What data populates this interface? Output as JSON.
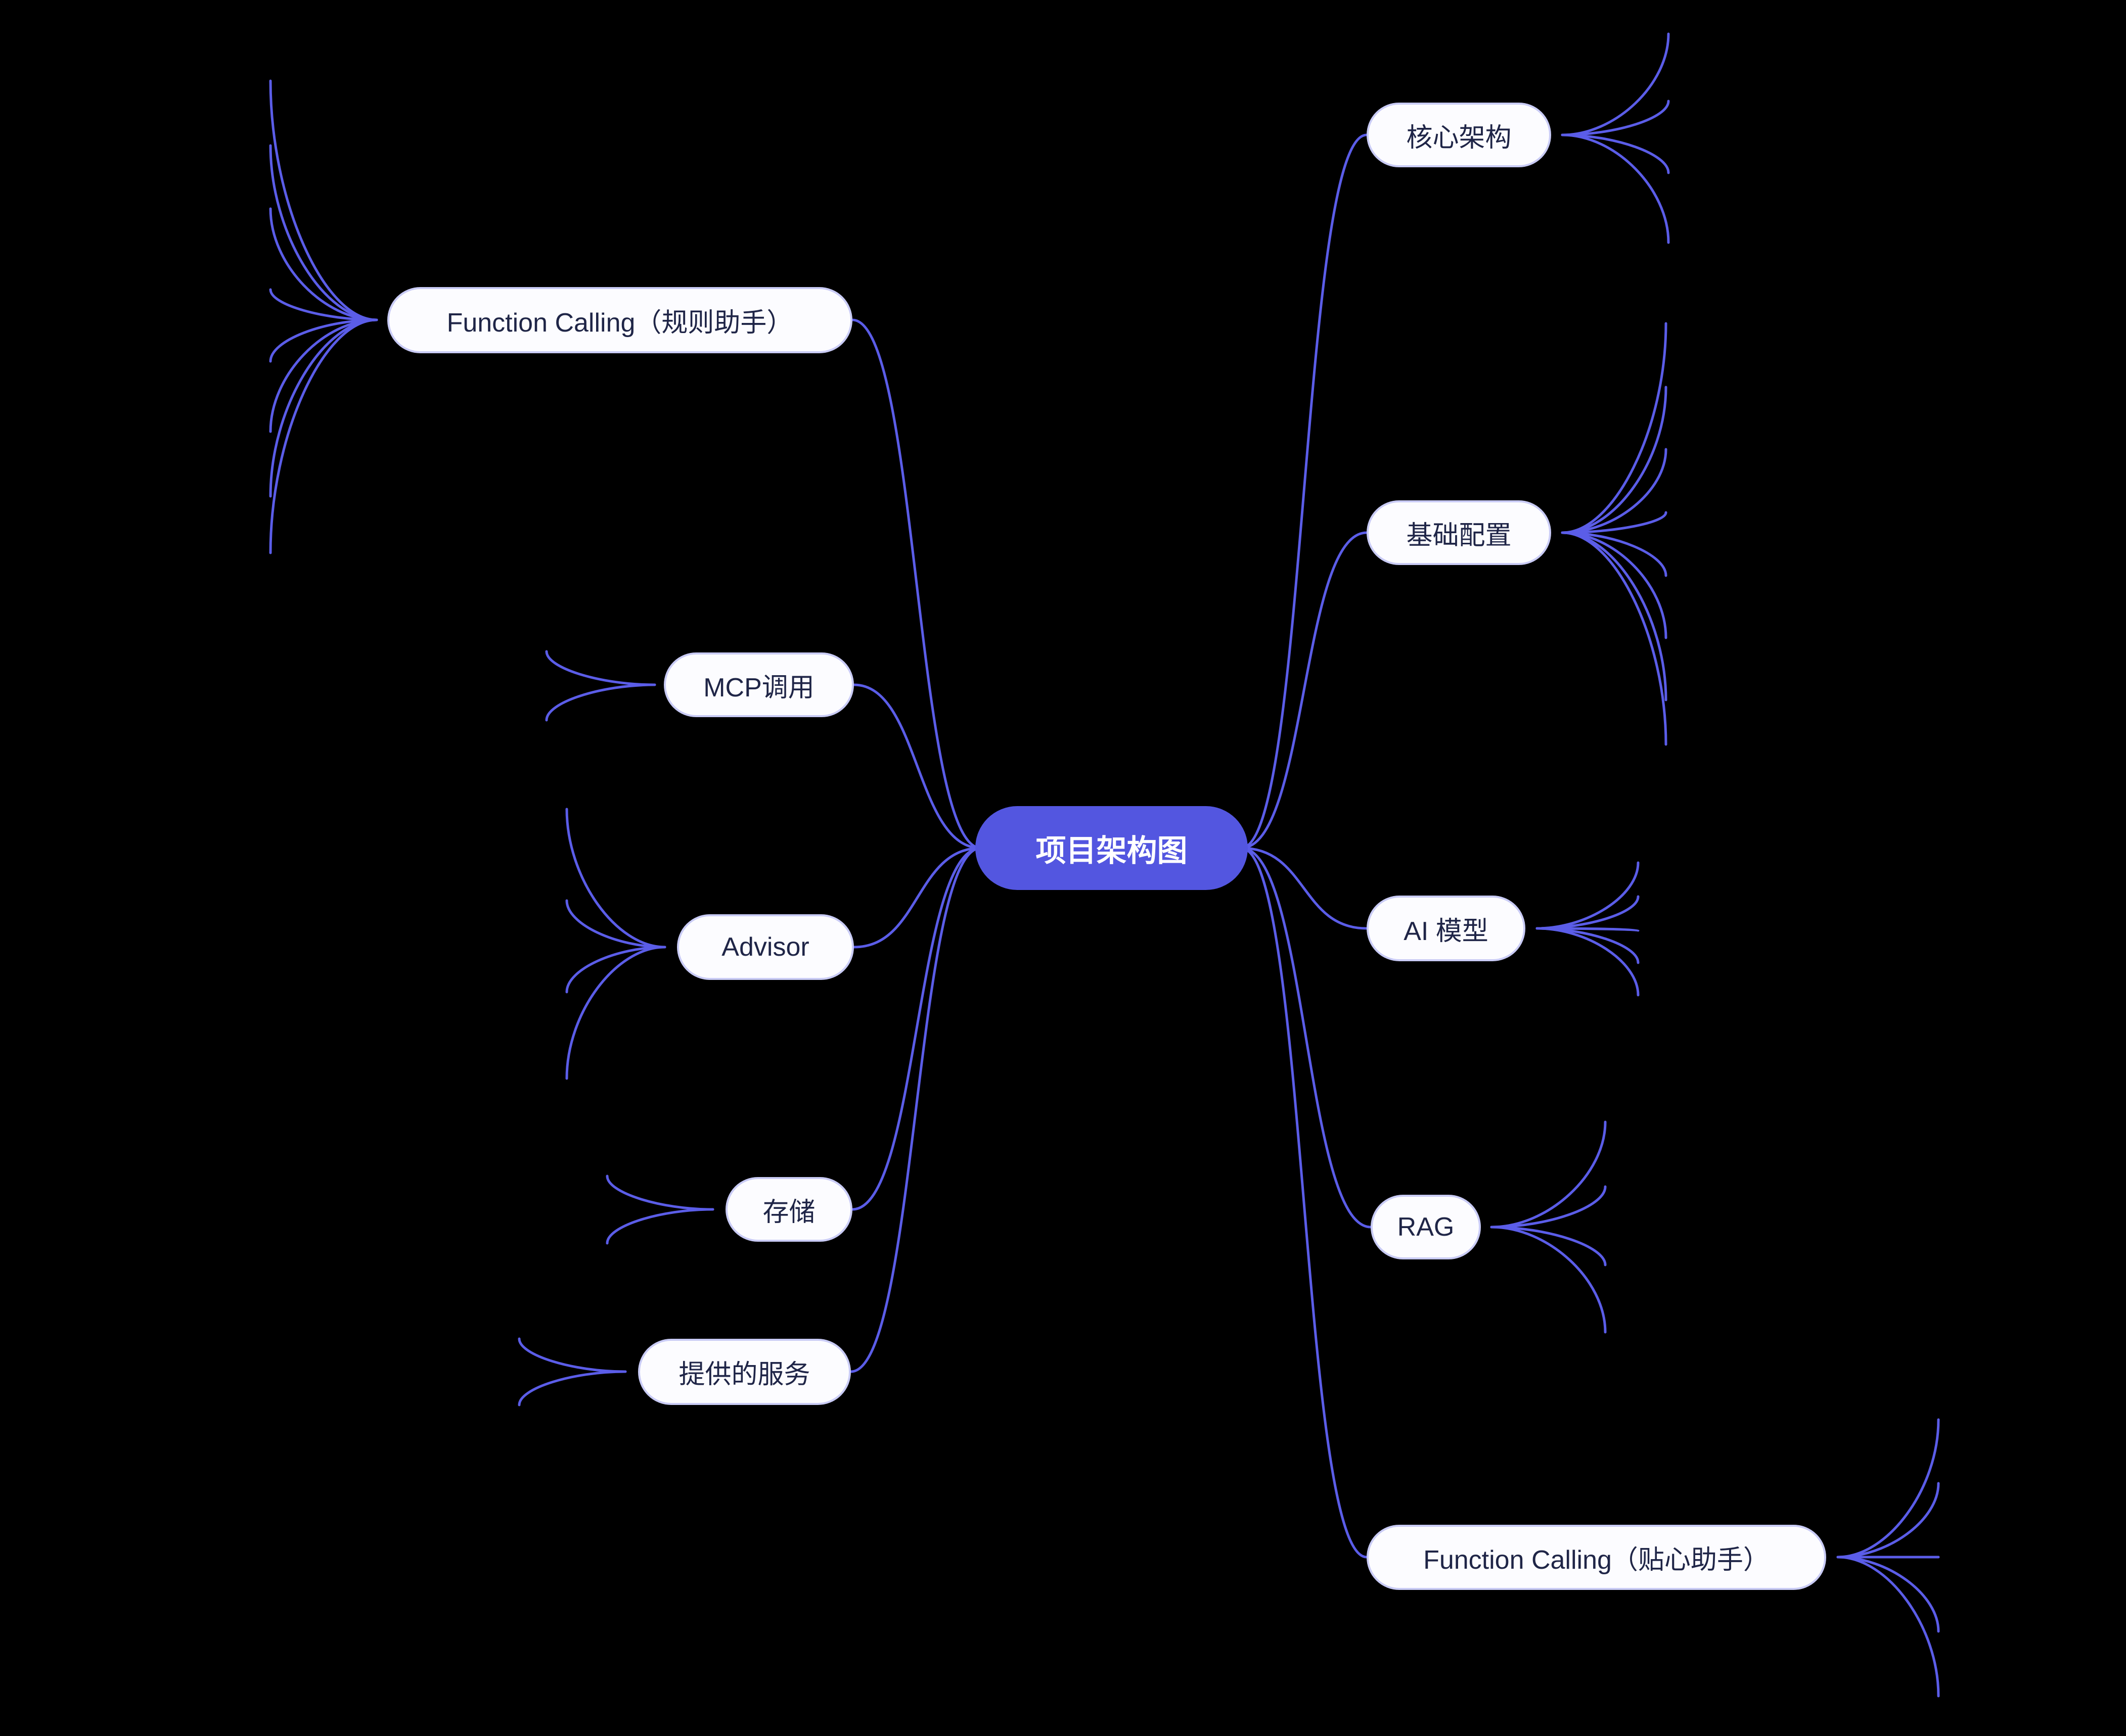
{
  "diagram": {
    "type": "mindmap",
    "title": "项目架构图",
    "left_branches": [
      {
        "label": "Function Calling（规则助手）",
        "collapsed_branch_count": 8
      },
      {
        "label": "MCP调用",
        "collapsed_branch_count": 2
      },
      {
        "label": "Advisor",
        "collapsed_branch_count": 4
      },
      {
        "label": "存储",
        "collapsed_branch_count": 2
      },
      {
        "label": "提供的服务",
        "collapsed_branch_count": 2
      }
    ],
    "right_branches": [
      {
        "label": "核心架构",
        "collapsed_branch_count": 4
      },
      {
        "label": "基础配置",
        "collapsed_branch_count": 8
      },
      {
        "label": "AI 模型",
        "collapsed_branch_count": 5
      },
      {
        "label": "RAG",
        "collapsed_branch_count": 4
      },
      {
        "label": "Function Calling（贴心助手）",
        "collapsed_branch_count": 5
      }
    ],
    "colors": {
      "line": "#5b5de8",
      "node_border": "#c9cbf5",
      "node_bg": "#fcfcff",
      "node_text": "#1f2547",
      "root_bg": "#5356e0",
      "root_text": "#ffffff",
      "background": "#000000"
    }
  }
}
